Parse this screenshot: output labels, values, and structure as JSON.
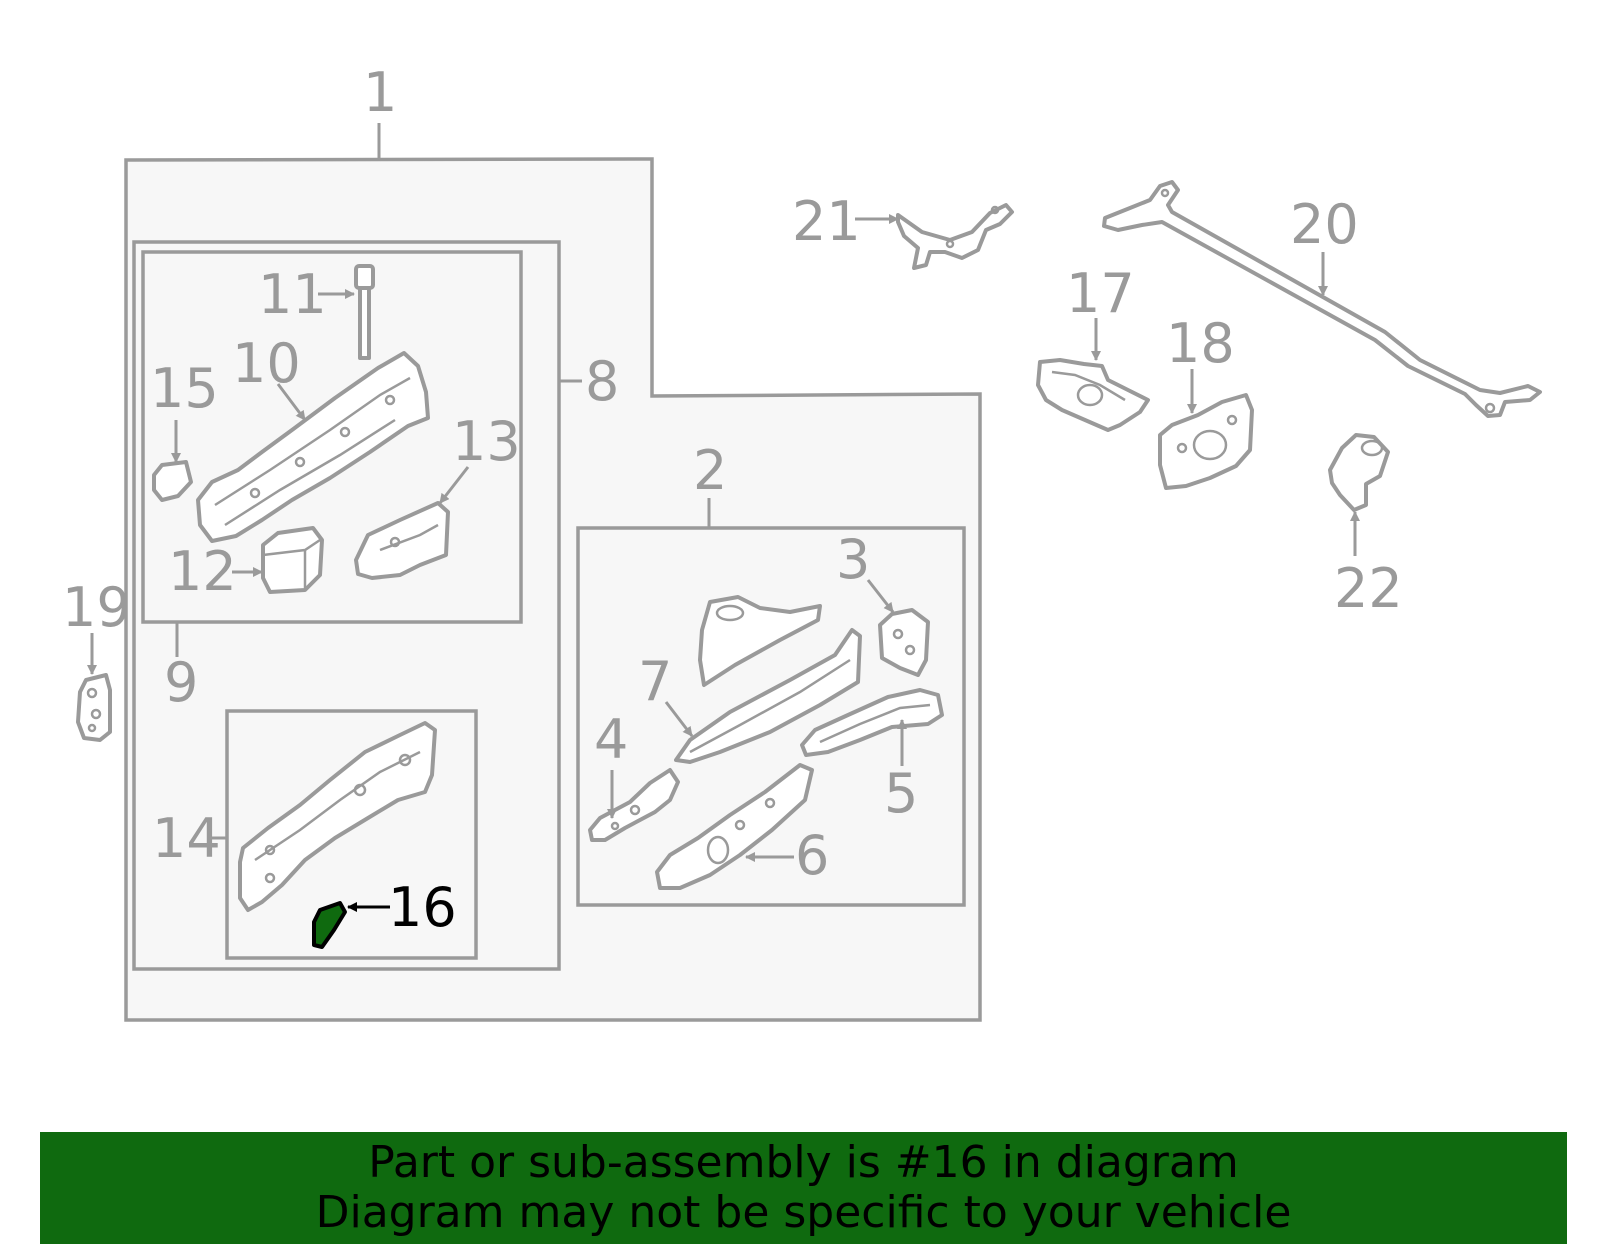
{
  "callouts": {
    "c1": "1",
    "c2": "2",
    "c3": "3",
    "c4": "4",
    "c5": "5",
    "c6": "6",
    "c7": "7",
    "c8": "8",
    "c9": "9",
    "c10": "10",
    "c11": "11",
    "c12": "12",
    "c13": "13",
    "c14": "14",
    "c15": "15",
    "c16": "16",
    "c17": "17",
    "c18": "18",
    "c19": "19",
    "c20": "20",
    "c21": "21",
    "c22": "22"
  },
  "highlight": {
    "part": "16",
    "color": "#0f6a0f"
  },
  "banner": {
    "line1": "Part or sub-assembly is #16 in diagram",
    "line2": "Diagram may not be specific to your vehicle",
    "background": "#0f6a0f"
  },
  "colors": {
    "line": "#9a9a9a",
    "box_fill": "#f7f7f7"
  }
}
